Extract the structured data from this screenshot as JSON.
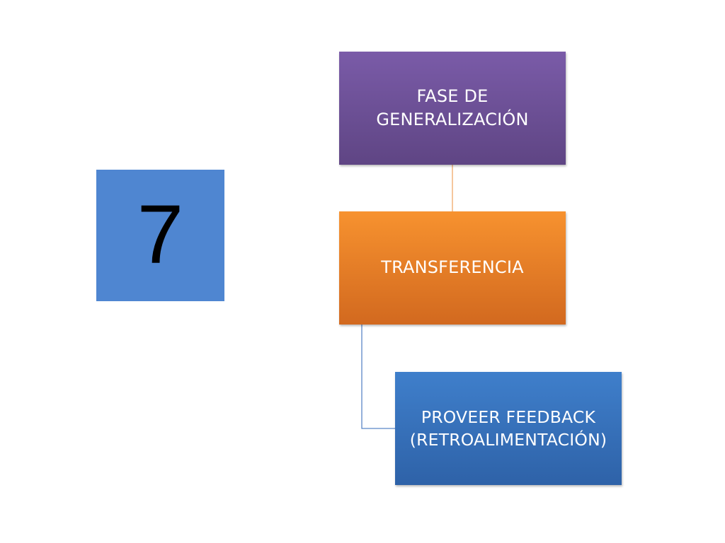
{
  "slide_number": {
    "text": "7",
    "color": "#4f86d1"
  },
  "nodes": {
    "top": {
      "lines": [
        "FASE DE",
        "GENERALIZACIÓN"
      ],
      "color_light": "#7a5ba8",
      "color_dark": "#5f4584"
    },
    "middle": {
      "lines": [
        "TRANSFERENCIA"
      ],
      "color_light": "#f7922f",
      "color_dark": "#d2691f"
    },
    "bottom": {
      "lines": [
        "PROVEER FEEDBACK",
        "(RETROALIMENTACIÓN)"
      ],
      "color_light": "#3f7fcb",
      "color_dark": "#2e62a8"
    }
  },
  "connectors": {
    "top_to_middle_color": "#f0a868",
    "middle_to_bottom_color": "#5b86c7"
  }
}
